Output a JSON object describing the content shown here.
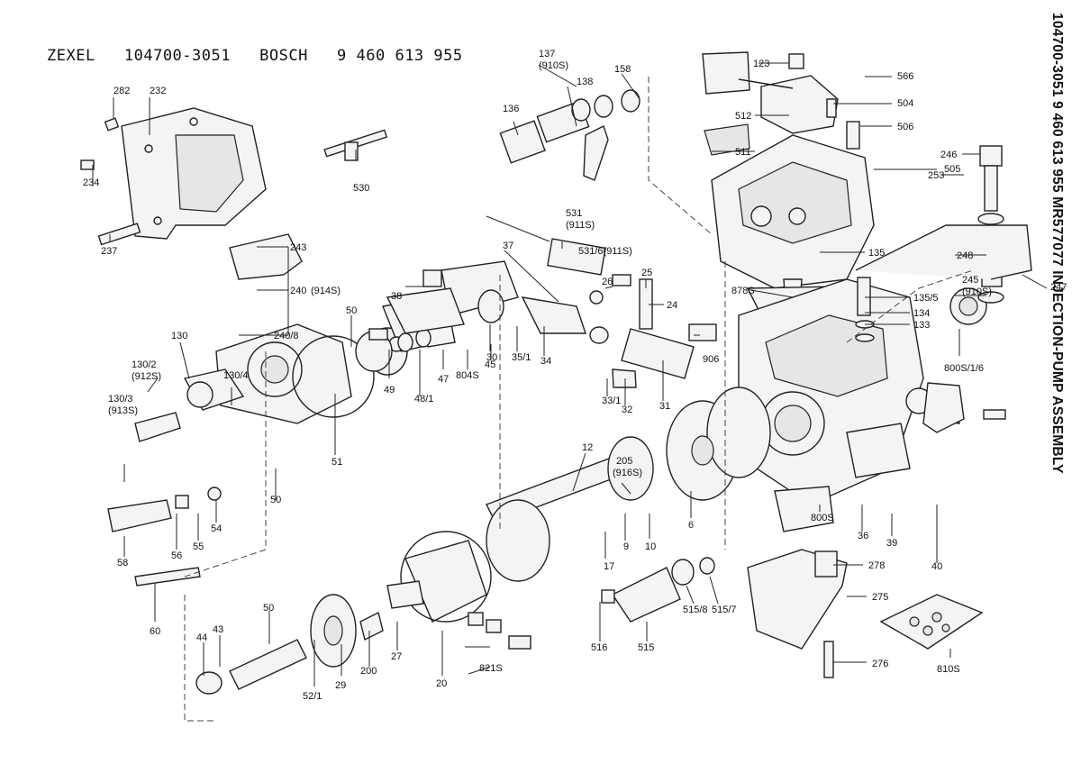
{
  "header": {
    "title": "ZEXEL   104700-3051   BOSCH   9 460 613 955",
    "side_caption": "104700-3051  9 460 613 955  MR577077  INJECTION-PUMP ASSEMBLY"
  },
  "parts": [
    {
      "id": "p282",
      "text": "282"
    },
    {
      "id": "p232",
      "text": "232"
    },
    {
      "id": "p234",
      "text": "234"
    },
    {
      "id": "p237",
      "text": "237"
    },
    {
      "id": "p530",
      "text": "530"
    },
    {
      "id": "p243",
      "text": "243"
    },
    {
      "id": "p240",
      "text": "240"
    },
    {
      "id": "p914s",
      "text": "(914S)"
    },
    {
      "id": "p240_8",
      "text": "240/8"
    },
    {
      "id": "p137",
      "text": "137"
    },
    {
      "id": "p910s_a",
      "text": "(910S)"
    },
    {
      "id": "p138",
      "text": "138"
    },
    {
      "id": "p158",
      "text": "158"
    },
    {
      "id": "p136",
      "text": "136"
    },
    {
      "id": "p531",
      "text": "531"
    },
    {
      "id": "p911s",
      "text": "(911S)"
    },
    {
      "id": "p531_6",
      "text": "531/6(911S)"
    },
    {
      "id": "p123",
      "text": "123"
    },
    {
      "id": "p566",
      "text": "566"
    },
    {
      "id": "p504",
      "text": "504"
    },
    {
      "id": "p512",
      "text": "512"
    },
    {
      "id": "p506",
      "text": "506"
    },
    {
      "id": "p511",
      "text": "511"
    },
    {
      "id": "p246",
      "text": "246"
    },
    {
      "id": "p253",
      "text": "253"
    },
    {
      "id": "p505",
      "text": "505"
    },
    {
      "id": "p135",
      "text": "135"
    },
    {
      "id": "p248",
      "text": "248"
    },
    {
      "id": "p245",
      "text": "245"
    },
    {
      "id": "p910s_b",
      "text": "(910S)"
    },
    {
      "id": "p247",
      "text": "247"
    },
    {
      "id": "p878s",
      "text": "878S"
    },
    {
      "id": "p135_5",
      "text": "135/5"
    },
    {
      "id": "p134",
      "text": "134"
    },
    {
      "id": "p133",
      "text": "133"
    },
    {
      "id": "p800s_1_6",
      "text": "800S/1/6"
    },
    {
      "id": "p37",
      "text": "37"
    },
    {
      "id": "p38",
      "text": "38"
    },
    {
      "id": "p26",
      "text": "26"
    },
    {
      "id": "p25",
      "text": "25"
    },
    {
      "id": "p24",
      "text": "24"
    },
    {
      "id": "p906",
      "text": "906"
    },
    {
      "id": "p30",
      "text": "30"
    },
    {
      "id": "p35_1",
      "text": "35/1"
    },
    {
      "id": "p34",
      "text": "34"
    },
    {
      "id": "p33_1",
      "text": "33/1"
    },
    {
      "id": "p32",
      "text": "32"
    },
    {
      "id": "p31",
      "text": "31"
    },
    {
      "id": "p50a",
      "text": "50"
    },
    {
      "id": "p130",
      "text": "130"
    },
    {
      "id": "p130_2",
      "text": "130/2"
    },
    {
      "id": "p912s",
      "text": "(912S)"
    },
    {
      "id": "p130_4",
      "text": "130/4"
    },
    {
      "id": "p130_3",
      "text": "130/3"
    },
    {
      "id": "p913s",
      "text": "(913S)"
    },
    {
      "id": "p49",
      "text": "49"
    },
    {
      "id": "p48_1",
      "text": "48/1"
    },
    {
      "id": "p47",
      "text": "47"
    },
    {
      "id": "p804s",
      "text": "804S"
    },
    {
      "id": "p45",
      "text": "45"
    },
    {
      "id": "p51",
      "text": "51"
    },
    {
      "id": "p50b",
      "text": "50"
    },
    {
      "id": "p58",
      "text": "58"
    },
    {
      "id": "p56",
      "text": "56"
    },
    {
      "id": "p55",
      "text": "55"
    },
    {
      "id": "p54",
      "text": "54"
    },
    {
      "id": "p60",
      "text": "60"
    },
    {
      "id": "p12",
      "text": "12"
    },
    {
      "id": "p205",
      "text": "205"
    },
    {
      "id": "p916s",
      "text": "(916S)"
    },
    {
      "id": "p9",
      "text": "9"
    },
    {
      "id": "p10",
      "text": "10"
    },
    {
      "id": "p6",
      "text": "6"
    },
    {
      "id": "p17",
      "text": "17"
    },
    {
      "id": "p800s",
      "text": "800S"
    },
    {
      "id": "p36",
      "text": "36"
    },
    {
      "id": "p39",
      "text": "39"
    },
    {
      "id": "p40",
      "text": "40"
    },
    {
      "id": "p278",
      "text": "278"
    },
    {
      "id": "p275",
      "text": "275"
    },
    {
      "id": "p276",
      "text": "276"
    },
    {
      "id": "p810s",
      "text": "810S"
    },
    {
      "id": "p516",
      "text": "516"
    },
    {
      "id": "p515",
      "text": "515"
    },
    {
      "id": "p515_8",
      "text": "515/8"
    },
    {
      "id": "p515_7",
      "text": "515/7"
    },
    {
      "id": "p821s",
      "text": "821S"
    },
    {
      "id": "p20",
      "text": "20"
    },
    {
      "id": "p27",
      "text": "27"
    },
    {
      "id": "p200",
      "text": "200"
    },
    {
      "id": "p29",
      "text": "29"
    },
    {
      "id": "p52_1",
      "text": "52/1"
    },
    {
      "id": "p50c",
      "text": "50"
    },
    {
      "id": "p43",
      "text": "43"
    },
    {
      "id": "p44",
      "text": "44"
    }
  ]
}
